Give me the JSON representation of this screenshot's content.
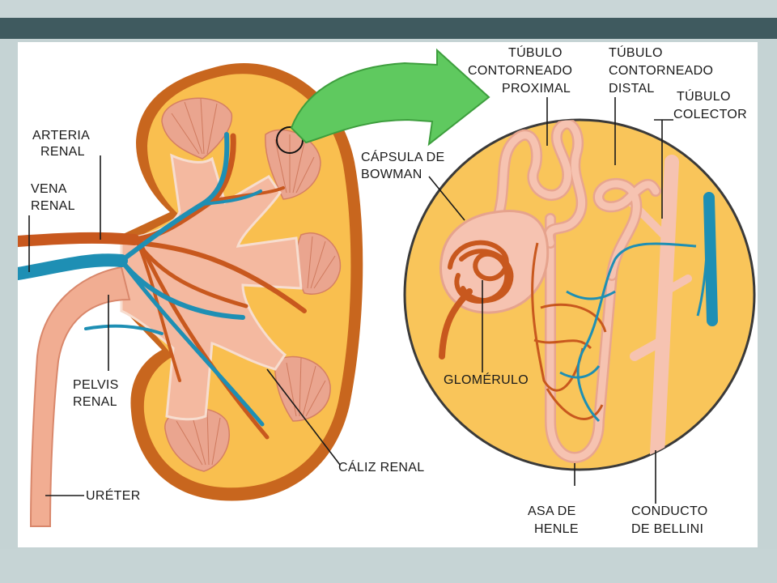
{
  "labels": {
    "arteria_renal": [
      "ARTERIA",
      "RENAL"
    ],
    "vena_renal": [
      "VENA",
      "RENAL"
    ],
    "pelvis_renal": [
      "PELVIS",
      "RENAL"
    ],
    "ureter": "URÉTER",
    "caliz_renal": "CÁLIZ RENAL",
    "capsula_bowman": [
      "CÁPSULA DE",
      "BOWMAN"
    ],
    "glomerulo": "GLOMÉRULO",
    "tubulo_proximal": [
      "TÚBULO",
      "CONTORNEADO",
      "PROXIMAL"
    ],
    "tubulo_distal": [
      "TÚBULO",
      "CONTORNEADO",
      "DISTAL"
    ],
    "tubulo_colector": [
      "TÚBULO",
      "COLECTOR"
    ],
    "asa_henle": [
      "ASA DE",
      "HENLE"
    ],
    "conducto_bellini": [
      "CONDUCTO",
      "DE BELLINI"
    ]
  },
  "colors": {
    "cortex": "#f9bf4f",
    "capsule": "#c8661e",
    "artery": "#c8581e",
    "vein": "#1e8fb4",
    "pelvis": "#f4b9a0",
    "tubule": "#f6c3b1",
    "arrow": "#5fc95f"
  }
}
